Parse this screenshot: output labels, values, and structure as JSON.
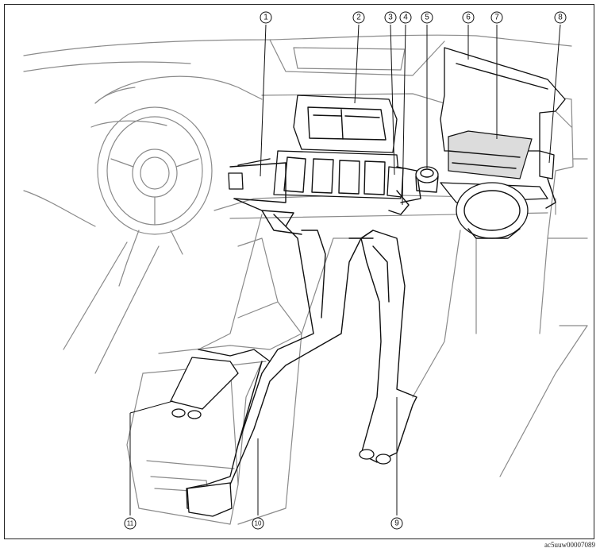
{
  "diagram": {
    "callouts": [
      {
        "id": "1",
        "label": "①"
      },
      {
        "id": "2",
        "label": "②"
      },
      {
        "id": "3",
        "label": "③"
      },
      {
        "id": "4",
        "label": "④"
      },
      {
        "id": "5",
        "label": "⑤"
      },
      {
        "id": "6",
        "label": "⑥"
      },
      {
        "id": "7",
        "label": "⑦"
      },
      {
        "id": "8",
        "label": "⑧"
      },
      {
        "id": "9",
        "label": "⑨"
      },
      {
        "id": "10",
        "label": "⑩"
      },
      {
        "id": "11",
        "label": "⑪"
      }
    ],
    "document_code": "ac5uuw00007089"
  }
}
